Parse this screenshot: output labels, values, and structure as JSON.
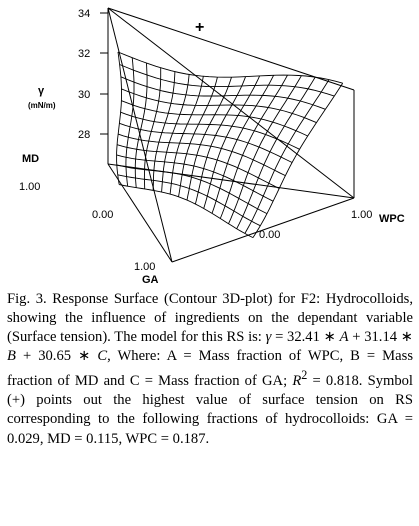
{
  "chart_data": {
    "type": "surface",
    "y_axis_label": "γ",
    "y_axis_unit": "(mN/m)",
    "y_ticks": [
      "34",
      "32",
      "30",
      "28"
    ],
    "component_labels": {
      "md": "MD",
      "wpc": "WPC",
      "ga": "GA"
    },
    "axis_tick_labels": {
      "md_max": "1.00",
      "wpc_max": "1.00",
      "ga_max": "1.00",
      "zero_left": "0.00",
      "zero_right": "0.00"
    },
    "highest_point_marker": "+"
  },
  "caption": {
    "p1": "Fig. 3. Response Surface (Contour 3D-plot) for F2: Hydrocolloids, showing the influence of ingredients on the dependant variable (Surface tension). The model for this RS is: ",
    "gamma": "γ",
    "p2": " = 32.41 ∗ ",
    "a1": "A",
    "p3": " + 31.14 ∗ ",
    "b1": "B",
    "p4": " + 30.65 ∗ ",
    "c1": "C",
    "p5": ", Where: A = Mass fraction of WPC, B = Mass fraction of MD and C = Mass fraction of GA; ",
    "r": "R",
    "sup": "2",
    "p6": " = 0.818. Symbol (+) points out the highest value of surface tension on RS corresponding to the following fractions of hydrocolloids: GA = 0.029, MD = 0.115, WPC = 0.187."
  }
}
